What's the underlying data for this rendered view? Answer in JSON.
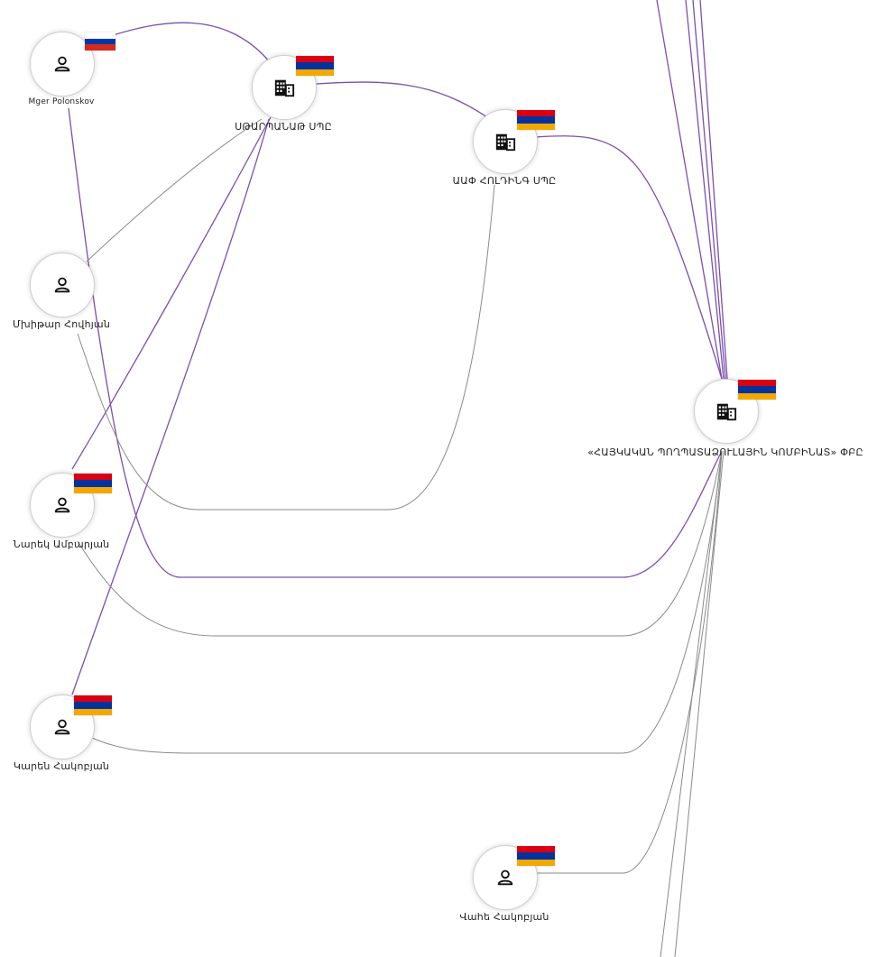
{
  "colors": {
    "edge_ownership": "#7a4fb0",
    "edge_relation": "#8a8a8a",
    "flag_am": [
      "#d90012",
      "#0033a0",
      "#f2a800"
    ],
    "flag_ru": [
      "#ffffff",
      "#0039a6",
      "#d52b1e"
    ]
  },
  "nodes": [
    {
      "id": "migran",
      "kind": "person",
      "icon": "person-icon",
      "flag": "ru",
      "label": "Mger Polonskov"
    },
    {
      "id": "company1",
      "kind": "company",
      "icon": "building-icon",
      "flag": "am",
      "label": "ՍԹԱՐՊԱՆԱԹ ՍՊԸ"
    },
    {
      "id": "company2",
      "kind": "company",
      "icon": "building-icon",
      "flag": "am",
      "label": "ԱԱՓ ՀՈԼԴԻՆԳ ՍՊԸ"
    },
    {
      "id": "company_main",
      "kind": "company",
      "icon": "building-icon",
      "flag": "am",
      "label": "«ՀԱՅԿԱԿԱՆ ՊՈՂՊԱՏԱՁՈՒԼԱՅԻՆ ԿՈՄԲԻՆԱՏ» ՓԲԸ"
    },
    {
      "id": "p_mkhitar",
      "kind": "person",
      "icon": "person-icon",
      "flag": "",
      "label": "Մխիթար Հովհյան"
    },
    {
      "id": "p_narek",
      "kind": "person",
      "icon": "person-icon",
      "flag": "am",
      "label": "Նարեկ Ամբարյան"
    },
    {
      "id": "p_karen",
      "kind": "person",
      "icon": "person-icon",
      "flag": "am",
      "label": "Կարեն Հակոբյան"
    },
    {
      "id": "p_vahe",
      "kind": "person",
      "icon": "person-icon",
      "flag": "am",
      "label": "Վահե Հակոբյան"
    }
  ]
}
